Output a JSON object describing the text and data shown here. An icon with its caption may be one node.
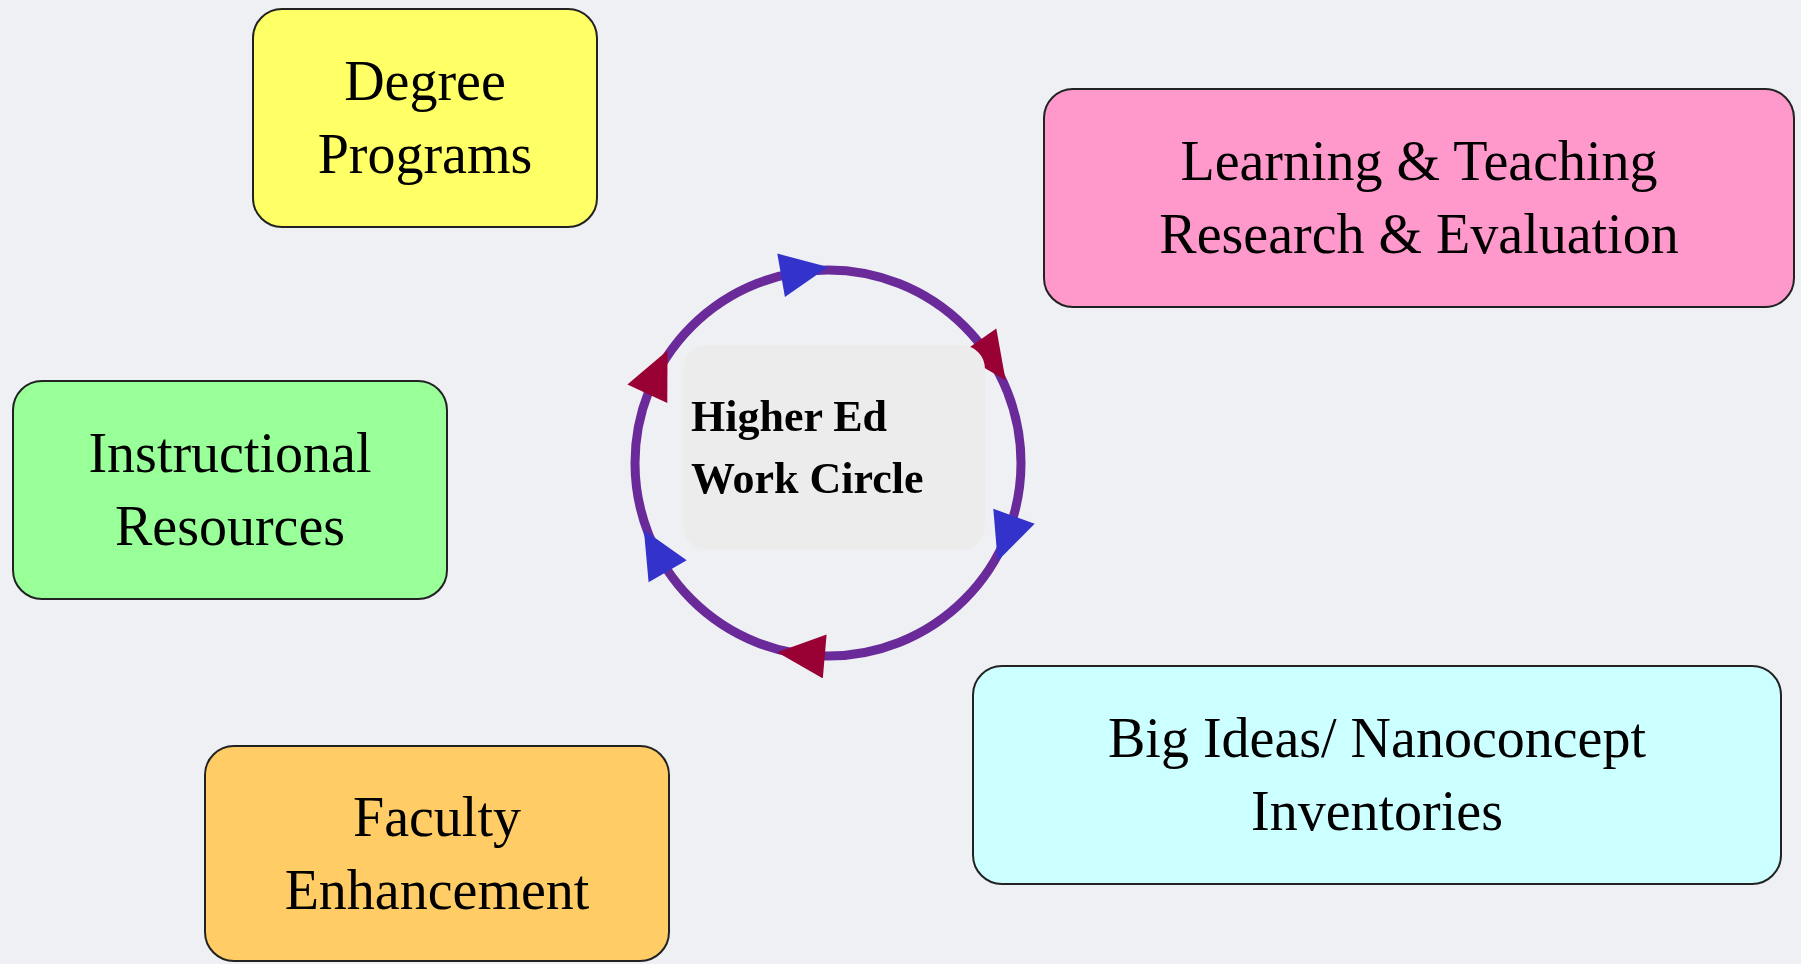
{
  "diagram": {
    "nodes": [
      {
        "text": [
          "Degree Programs"
        ]
      },
      {
        "text": [
          "Learning & Teaching Research & Evaluation"
        ]
      },
      {
        "text": [
          "Instructional Resources"
        ]
      },
      {
        "text": [],
        "shape": "circle"
      },
      {
        "text": [
          "Higher Ed Work Circle"
        ],
        "in": 3
      },
      {
        "text": [
          "Big Ideas/ Nanoconcept Inventories"
        ]
      },
      {
        "text": [
          "Faculty Enhancement"
        ]
      }
    ]
  }
}
